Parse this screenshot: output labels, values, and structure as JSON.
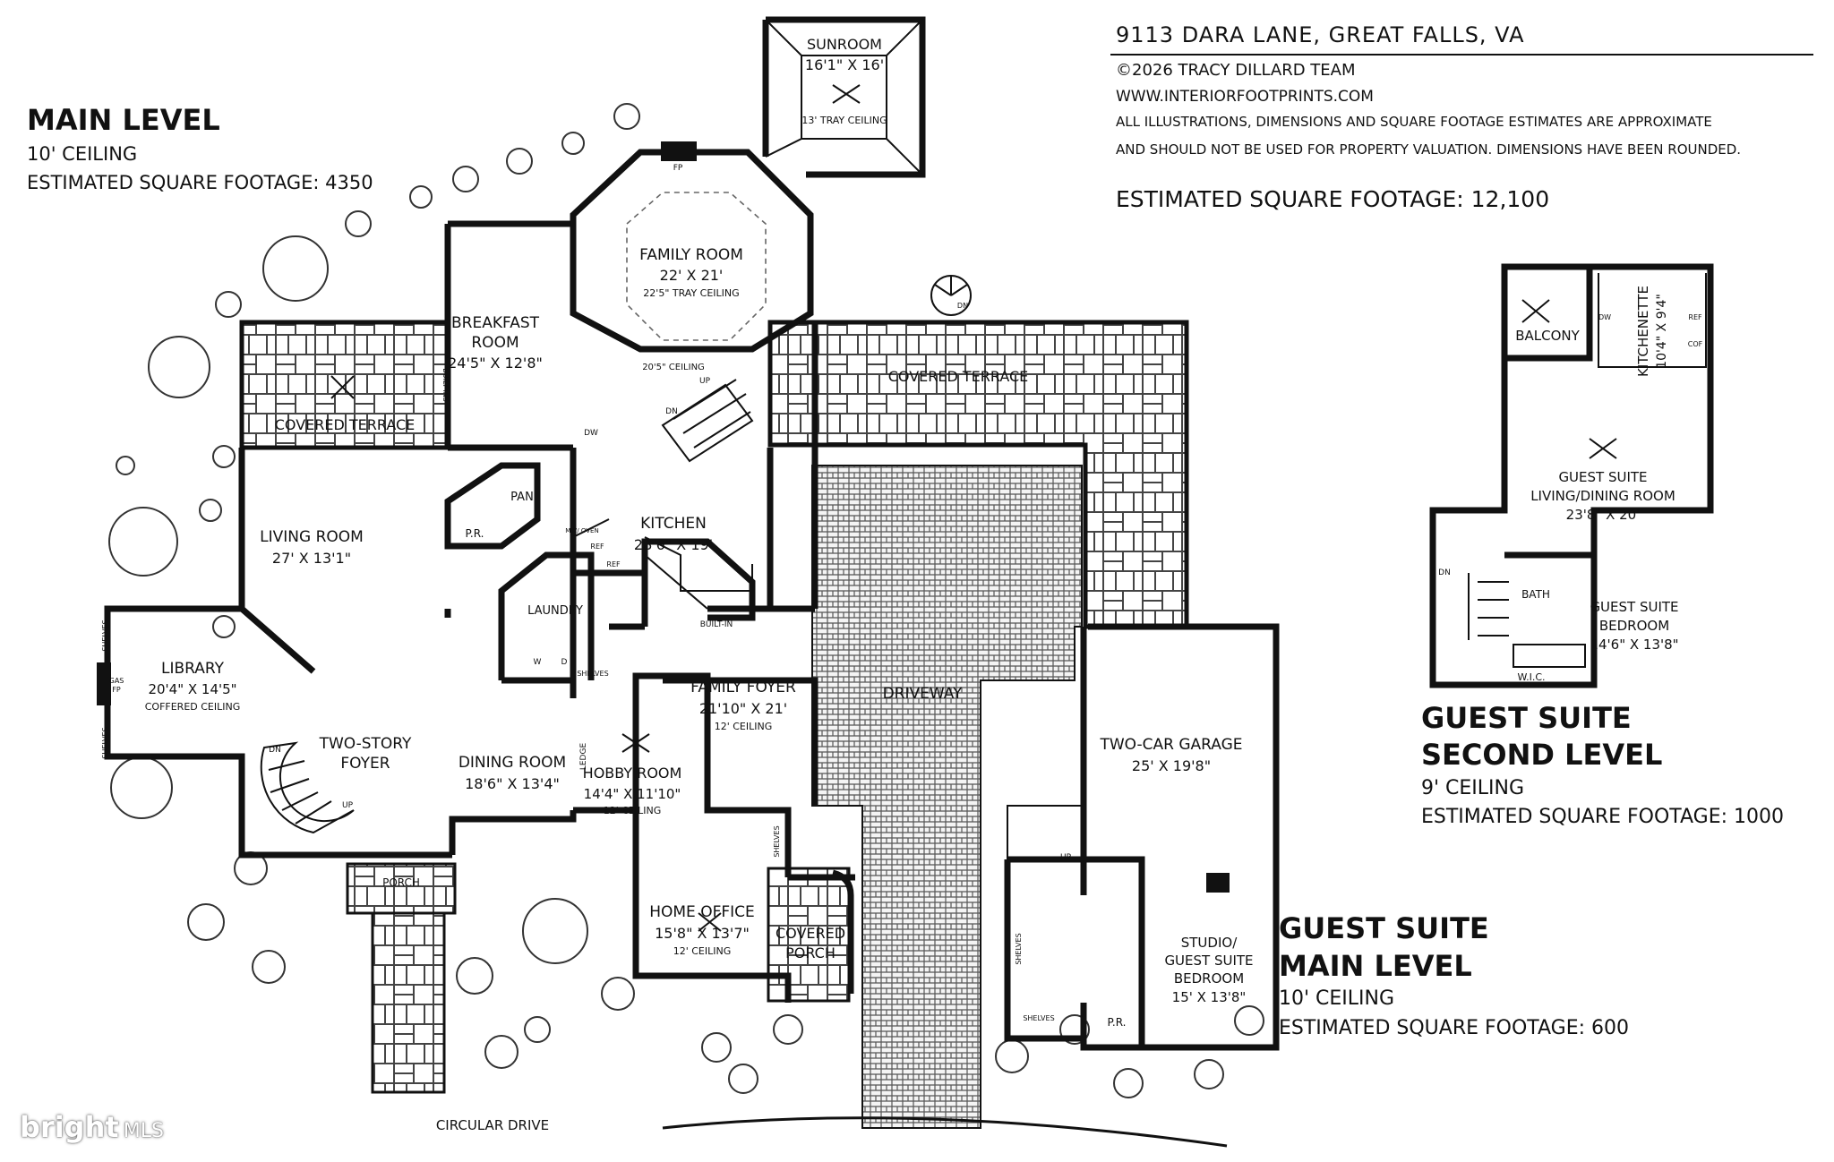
{
  "header": {
    "address": "9113 DARA LANE, GREAT FALLS, VA",
    "copyright": "©2026 TRACY DILLARD TEAM",
    "website": "WWW.INTERIORFOOTPRINTS.COM",
    "disclaimer_line1": "ALL ILLUSTRATIONS, DIMENSIONS AND SQUARE FOOTAGE ESTIMATES ARE APPROXIMATE",
    "disclaimer_line2": "AND  SHOULD NOT BE USED FOR PROPERTY VALUATION. DIMENSIONS HAVE BEEN ROUNDED.",
    "total_sqft": "ESTIMATED SQUARE FOOTAGE: 12,100"
  },
  "main_level": {
    "title": "MAIN LEVEL",
    "ceiling": "10' CEILING",
    "sqft": "ESTIMATED SQUARE FOOTAGE: 4350"
  },
  "guest_second": {
    "title_line1": "GUEST SUITE",
    "title_line2": "SECOND LEVEL",
    "ceiling": "9'  CEILING",
    "sqft": "ESTIMATED SQUARE FOOTAGE: 1000"
  },
  "guest_main": {
    "title_line1": "GUEST SUITE",
    "title_line2": "MAIN LEVEL",
    "ceiling": "10'  CEILING",
    "sqft": "ESTIMATED SQUARE FOOTAGE: 600"
  },
  "rooms": {
    "sunroom": {
      "name": "SUNROOM",
      "dims": "16'1\" X 16'",
      "note": "13' TRAY CEILING"
    },
    "family_room": {
      "name": "FAMILY ROOM",
      "dims": "22' X 21'",
      "note": "22'5\" TRAY CEILING",
      "note2": "20'5\" CEILING"
    },
    "breakfast": {
      "name1": "BREAKFAST",
      "name2": "ROOM",
      "dims": "24'5\" X 12'8\""
    },
    "covered_terrace_left": {
      "name": "COVERED TERRACE"
    },
    "covered_terrace_right": {
      "name": "COVERED TERRACE"
    },
    "living_room": {
      "name": "LIVING ROOM",
      "dims": "27' X 13'1\""
    },
    "kitchen": {
      "name": "KITCHEN",
      "dims": "28'6\" X 19'"
    },
    "pan": {
      "name": "PAN"
    },
    "pr_main": {
      "name": "P.R."
    },
    "laundry": {
      "name": "LAUNDRY"
    },
    "library": {
      "name": "LIBRARY",
      "dims": "20'4\" X 14'5\"",
      "note": "COFFERED CEILING"
    },
    "foyer": {
      "name1": "TWO-STORY",
      "name2": "FOYER"
    },
    "dining": {
      "name": "DINING ROOM",
      "dims": "18'6\" X 13'4\""
    },
    "family_foyer": {
      "name": "FAMILY FOYER",
      "dims": "21'10\" X 21'",
      "note": "12' CEILING"
    },
    "hobby": {
      "name": "HOBBY ROOM",
      "dims": "14'4\" X 11'10\"",
      "note": "12' CEILING"
    },
    "driveway": {
      "name": "DRIVEWAY"
    },
    "garage": {
      "name": "TWO-CAR GARAGE",
      "dims": "25' X 19'8\""
    },
    "porch": {
      "name": "PORCH"
    },
    "home_office": {
      "name": "HOME OFFICE",
      "dims": "15'8\" X 13'7\"",
      "note": "12' CEILING"
    },
    "covered_porch": {
      "name1": "COVERED",
      "name2": "PORCH"
    },
    "studio": {
      "name1": "STUDIO/",
      "name2": "GUEST SUITE",
      "name3": "BEDROOM",
      "dims": "15' X 13'8\""
    },
    "pr_guest": {
      "name": "P.R."
    },
    "circular_drive": {
      "name": "CIRCULAR DRIVE"
    },
    "balcony": {
      "name": "BALCONY"
    },
    "kitchenette": {
      "name": "KITCHENETTE",
      "dims": "10'4\" X 9'4\""
    },
    "guest_living": {
      "name1": "GUEST SUITE",
      "name2": "LIVING/DINING ROOM",
      "dims": "23'8\" X 20'"
    },
    "bath": {
      "name": "BATH"
    },
    "guest_bedroom": {
      "name1": "GUEST SUITE",
      "name2": "BEDROOM",
      "dims": "14'6\" X 13'8\""
    },
    "wic": {
      "name": "W.I.C."
    }
  },
  "small_labels": {
    "fp_family": "FP",
    "gas_fp_1": "GAS",
    "gas_fp_2": "FP",
    "shelves": "SHELVES",
    "built_in": "BUILT-IN",
    "built_ins": "BUILT-INS",
    "ledge": "LEDGE",
    "dn": "DN",
    "up": "UP",
    "dw": "DW",
    "ref": "REF",
    "mw_oven": "MW/ OVEN",
    "w": "W",
    "d": "D",
    "cof": "COF"
  },
  "logo": {
    "brand": "bright",
    "suffix": "MLS"
  }
}
